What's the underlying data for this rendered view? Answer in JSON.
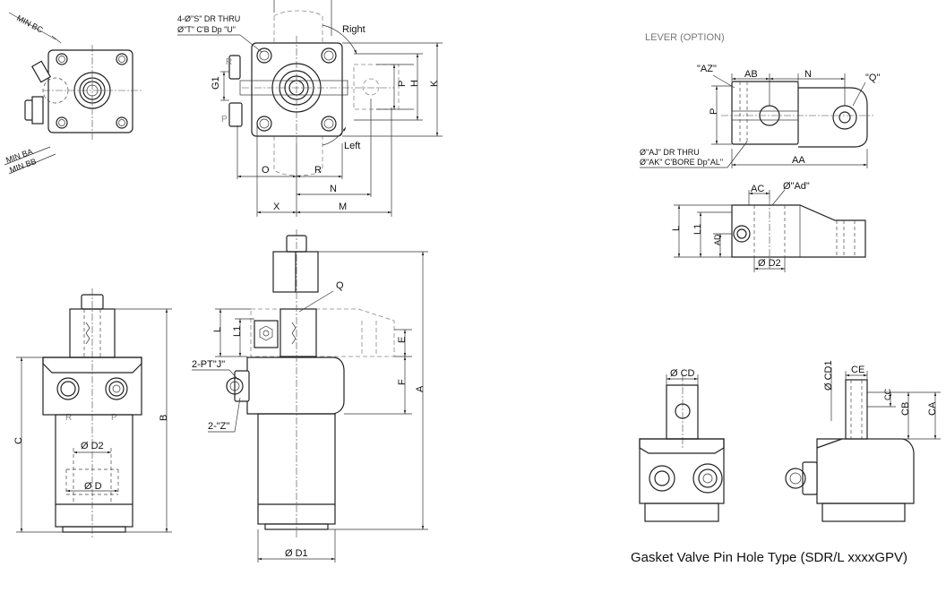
{
  "top_left_view": {
    "dim_min_bc": "MIN BC",
    "dim_min_ba": "MIN BA",
    "dim_min_bb": "MIN BB"
  },
  "top_main_view": {
    "note_line1": "4-Ø\"S\" DR THRU",
    "note_line2": "Ø\"T\" C'B Dp \"U\"",
    "label_right": "Right",
    "label_left": "Left",
    "port_r": "R",
    "port_p": "P",
    "dim_g1": "G1",
    "dim_p": "P",
    "dim_h": "H",
    "dim_k": "K",
    "dim_o": "O",
    "dim_r": "R",
    "dim_n": "N",
    "dim_x": "X",
    "dim_m": "M"
  },
  "lever_view": {
    "title": "LEVER (OPTION)",
    "dim_az": "\"AZ\"",
    "dim_ab": "AB",
    "dim_n": "N",
    "dim_q": "\"Q\"",
    "dim_p": "P",
    "note_line1": "Ø\"AJ\" DR THRU",
    "note_line2": "Ø\"AK\" C'BORE Dp\"AL\"",
    "dim_aa": "AA",
    "dim_ac": "AC",
    "dim_ad_dia": "Ø\"Ad\"",
    "dim_l": "L",
    "dim_l1": "L1",
    "dim_ad": "AD",
    "dim_d2": "Ø D2"
  },
  "front_view": {
    "port_r": "R",
    "port_p": "P",
    "dim_d2": "Ø D2",
    "dim_d": "Ø D",
    "dim_c": "C",
    "dim_b": "B"
  },
  "side_view": {
    "dim_q": "Q",
    "dim_l": "L",
    "dim_l1": "L1",
    "dim_e": "E",
    "dim_pt": "2-PT\"J\"",
    "dim_z": "2-\"Z\"",
    "dim_f": "F",
    "dim_a": "A",
    "dim_d1": "Ø D1"
  },
  "gasket_view": {
    "dim_cd": "Ø CD",
    "dim_cd1": "Ø CD1",
    "dim_ce": "CE",
    "dim_cc": "CC",
    "dim_cb": "CB",
    "dim_ca": "CA",
    "caption": "Gasket Valve Pin Hole Type  (SDR/L xxxxGPV)"
  }
}
